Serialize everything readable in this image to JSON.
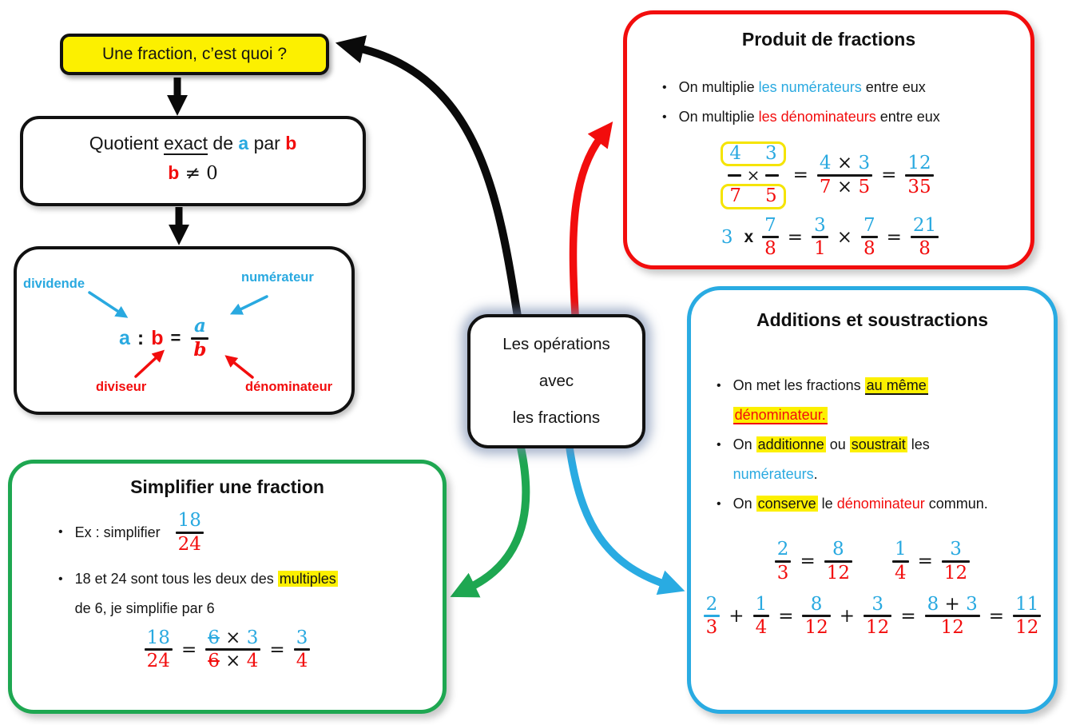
{
  "palette": {
    "ink": "#151515",
    "blue": "#29a9e0",
    "red": "#f20d0d",
    "green": "#1ea751",
    "sky": "#29abe2",
    "yellow": "#fcf000"
  },
  "ui": {
    "bullet": "•"
  },
  "intro_box": {
    "label": "Une fraction, c’est quoi ?"
  },
  "quotient_box": {
    "line1": [
      {
        "t": "Quotient "
      },
      {
        "t": "exact",
        "u": 1
      },
      {
        "t": " de "
      },
      {
        "t": "a",
        "c": "blue",
        "b": 1
      },
      {
        "t": " par "
      },
      {
        "t": "b",
        "c": "red",
        "b": 1
      }
    ],
    "line2": [
      {
        "t": "b",
        "c": "red",
        "b": 1
      },
      {
        "t": " ≠ 0",
        "serif": 1
      }
    ]
  },
  "diagram_box": {
    "label_dividende": "dividende",
    "label_numerateur": "numérateur",
    "label_diviseur": "diviseur",
    "label_denominateur": "dénominateur",
    "formula": {
      "a": "a",
      "colon": ":",
      "b": "b",
      "equals": "="
    },
    "formula_frac": [
      {
        "f": {
          "n": [
            {
              "t": "a",
              "c": "blue",
              "it": 1
            }
          ],
          "d": [
            {
              "t": "b",
              "c": "red",
              "it": 1
            }
          ]
        }
      }
    ]
  },
  "center_box": {
    "line1": "Les opérations",
    "line2": "avec",
    "line3": "les fractions"
  },
  "product_box": {
    "title": "Produit de fractions",
    "bullets": [
      [
        {
          "t": "On multiplie "
        },
        {
          "t": "les numérateurs",
          "c": "blue"
        },
        {
          "t": " entre eux"
        }
      ],
      [
        {
          "t": "On multiplie "
        },
        {
          "t": "les dénominateurs",
          "c": "red"
        },
        {
          "t": " entre eux"
        }
      ]
    ],
    "eq1": {
      "n1": "4",
      "n2": "3",
      "times": "×",
      "d1": "7",
      "d2": "5"
    },
    "eq1_rest": [
      {
        "op": "="
      },
      {
        "f": {
          "n": [
            {
              "t": "4",
              "c": "blue"
            },
            {
              "t": " × "
            },
            {
              "t": "3",
              "c": "blue"
            }
          ],
          "d": [
            {
              "t": "7",
              "c": "red"
            },
            {
              "t": " × "
            },
            {
              "t": "5",
              "c": "red"
            }
          ]
        }
      },
      {
        "op": "="
      },
      {
        "f": {
          "n": [
            {
              "t": "12",
              "c": "blue"
            }
          ],
          "d": [
            {
              "t": "35",
              "c": "red"
            }
          ]
        }
      }
    ],
    "eq2": [
      {
        "op": "3",
        "c": "blue"
      },
      {
        "op": "x",
        "hand": 1
      },
      {
        "f": {
          "n": [
            {
              "t": "7",
              "c": "blue"
            }
          ],
          "d": [
            {
              "t": "8",
              "c": "red"
            }
          ]
        }
      },
      {
        "op": "="
      },
      {
        "f": {
          "n": [
            {
              "t": "3",
              "c": "blue"
            }
          ],
          "d": [
            {
              "t": "1",
              "c": "red"
            }
          ]
        }
      },
      {
        "op": "×"
      },
      {
        "f": {
          "n": [
            {
              "t": "7",
              "c": "blue"
            }
          ],
          "d": [
            {
              "t": "8",
              "c": "red"
            }
          ]
        }
      },
      {
        "op": "="
      },
      {
        "f": {
          "n": [
            {
              "t": "21",
              "c": "blue"
            }
          ],
          "d": [
            {
              "t": "8",
              "c": "red"
            }
          ]
        }
      }
    ]
  },
  "addsub_box": {
    "title": "Additions et soustractions",
    "bullets": [
      [
        {
          "t": "On met les fractions "
        },
        {
          "t": "au même",
          "hl": 1,
          "u": 1
        },
        {
          "br": 1
        },
        {
          "t": "dénominateur.",
          "c": "red",
          "hl": 1,
          "u": 1
        }
      ],
      [
        {
          "t": "On "
        },
        {
          "t": "additionne",
          "hl": 1
        },
        {
          "t": " ou "
        },
        {
          "t": "soustrait",
          "hl": 1
        },
        {
          "t": " les"
        },
        {
          "br": 1
        },
        {
          "t": "numérateurs",
          "c": "blue"
        },
        {
          "t": "."
        }
      ],
      [
        {
          "t": "On "
        },
        {
          "t": "conserve",
          "hl": 1
        },
        {
          "t": " le "
        },
        {
          "t": "dénominateur",
          "c": "red"
        },
        {
          "t": " commun."
        }
      ]
    ],
    "eq_row1": [
      {
        "f": {
          "n": [
            {
              "t": "2",
              "c": "blue"
            }
          ],
          "d": [
            {
              "t": "3",
              "c": "red"
            }
          ]
        }
      },
      {
        "op": "="
      },
      {
        "f": {
          "n": [
            {
              "t": "8",
              "c": "blue"
            }
          ],
          "d": [
            {
              "t": "12",
              "c": "red"
            }
          ]
        }
      },
      {
        "sp": 42
      },
      {
        "f": {
          "n": [
            {
              "t": "1",
              "c": "blue"
            }
          ],
          "d": [
            {
              "t": "4",
              "c": "red"
            }
          ]
        }
      },
      {
        "op": "="
      },
      {
        "f": {
          "n": [
            {
              "t": "3",
              "c": "blue"
            }
          ],
          "d": [
            {
              "t": "12",
              "c": "red"
            }
          ]
        }
      }
    ],
    "eq_row2": [
      {
        "f": {
          "n": [
            {
              "t": "2",
              "c": "blue"
            }
          ],
          "d": [
            {
              "t": "3",
              "c": "red"
            }
          ],
          "bar": "blue"
        }
      },
      {
        "op": "+"
      },
      {
        "f": {
          "n": [
            {
              "t": "1",
              "c": "blue"
            }
          ],
          "d": [
            {
              "t": "4",
              "c": "red"
            }
          ]
        }
      },
      {
        "op": "="
      },
      {
        "f": {
          "n": [
            {
              "t": "8",
              "c": "blue"
            }
          ],
          "d": [
            {
              "t": "12",
              "c": "red"
            }
          ]
        }
      },
      {
        "op": "+"
      },
      {
        "f": {
          "n": [
            {
              "t": "3",
              "c": "blue"
            }
          ],
          "d": [
            {
              "t": "12",
              "c": "red"
            }
          ]
        }
      },
      {
        "op": "="
      },
      {
        "f": {
          "n": [
            {
              "t": "8",
              "c": "blue"
            },
            {
              "t": " + "
            },
            {
              "t": "3",
              "c": "blue"
            }
          ],
          "d": [
            {
              "t": "12",
              "c": "red"
            }
          ]
        }
      },
      {
        "op": "="
      },
      {
        "f": {
          "n": [
            {
              "t": "11",
              "c": "blue"
            }
          ],
          "d": [
            {
              "t": "12",
              "c": "red"
            }
          ]
        }
      }
    ]
  },
  "simplify_box": {
    "title": "Simplifier une fraction",
    "bullet1_label": "Ex : simplifier",
    "bullet1_math": [
      {
        "f": {
          "n": [
            {
              "t": "18",
              "c": "blue"
            }
          ],
          "d": [
            {
              "t": "24",
              "c": "red"
            }
          ]
        }
      }
    ],
    "bullet2": [
      {
        "t": "18 et 24 sont tous les deux des "
      },
      {
        "t": "multiples",
        "hl": 1
      },
      {
        "br": 1
      },
      {
        "t": "de 6, je simplifie par 6"
      }
    ],
    "eq": [
      {
        "f": {
          "n": [
            {
              "t": "18",
              "c": "blue"
            }
          ],
          "d": [
            {
              "t": "24",
              "c": "red"
            }
          ]
        }
      },
      {
        "op": "="
      },
      {
        "f": {
          "n": [
            {
              "t": "6",
              "c": "blue",
              "s": 1
            },
            {
              "t": " × "
            },
            {
              "t": "3",
              "c": "blue"
            }
          ],
          "d": [
            {
              "t": "6",
              "c": "red",
              "s": 1
            },
            {
              "t": " × "
            },
            {
              "t": "4",
              "c": "red"
            }
          ]
        }
      },
      {
        "op": "="
      },
      {
        "f": {
          "n": [
            {
              "t": "3",
              "c": "blue"
            }
          ],
          "d": [
            {
              "t": "4",
              "c": "red"
            }
          ]
        }
      }
    ]
  }
}
